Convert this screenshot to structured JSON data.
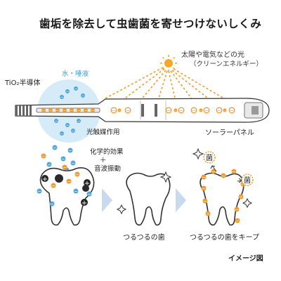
{
  "title": "歯垢を除去して虫歯菌を寄せつけないしくみ",
  "sun_label_line1": "太陽や電気などの光",
  "sun_label_line2": "（クリーンエネルギー）",
  "water_label": "水・唾液",
  "tio2_label": "TiO₂半導体",
  "catalyst_label": "光触媒作用",
  "solar_panel_label": "ソーラーパネル",
  "effect_line1": "化学的効果",
  "effect_line2": "＋",
  "effect_line3": "音波振動",
  "smooth_tooth_label": "つるつるの歯",
  "keep_smooth_label": "つるつるの歯をキープ",
  "image_note": "イメージ図",
  "bacteria_char": "菌",
  "electron_symbol": "−",
  "hole_symbol": "+",
  "colors": {
    "orange": "#f29a2e",
    "sun": "#f7a823",
    "blue_particle": "#4fa6dc",
    "water_circle": "#d6ebf8",
    "arrow": "#c9d9ee",
    "outline": "#333333"
  }
}
